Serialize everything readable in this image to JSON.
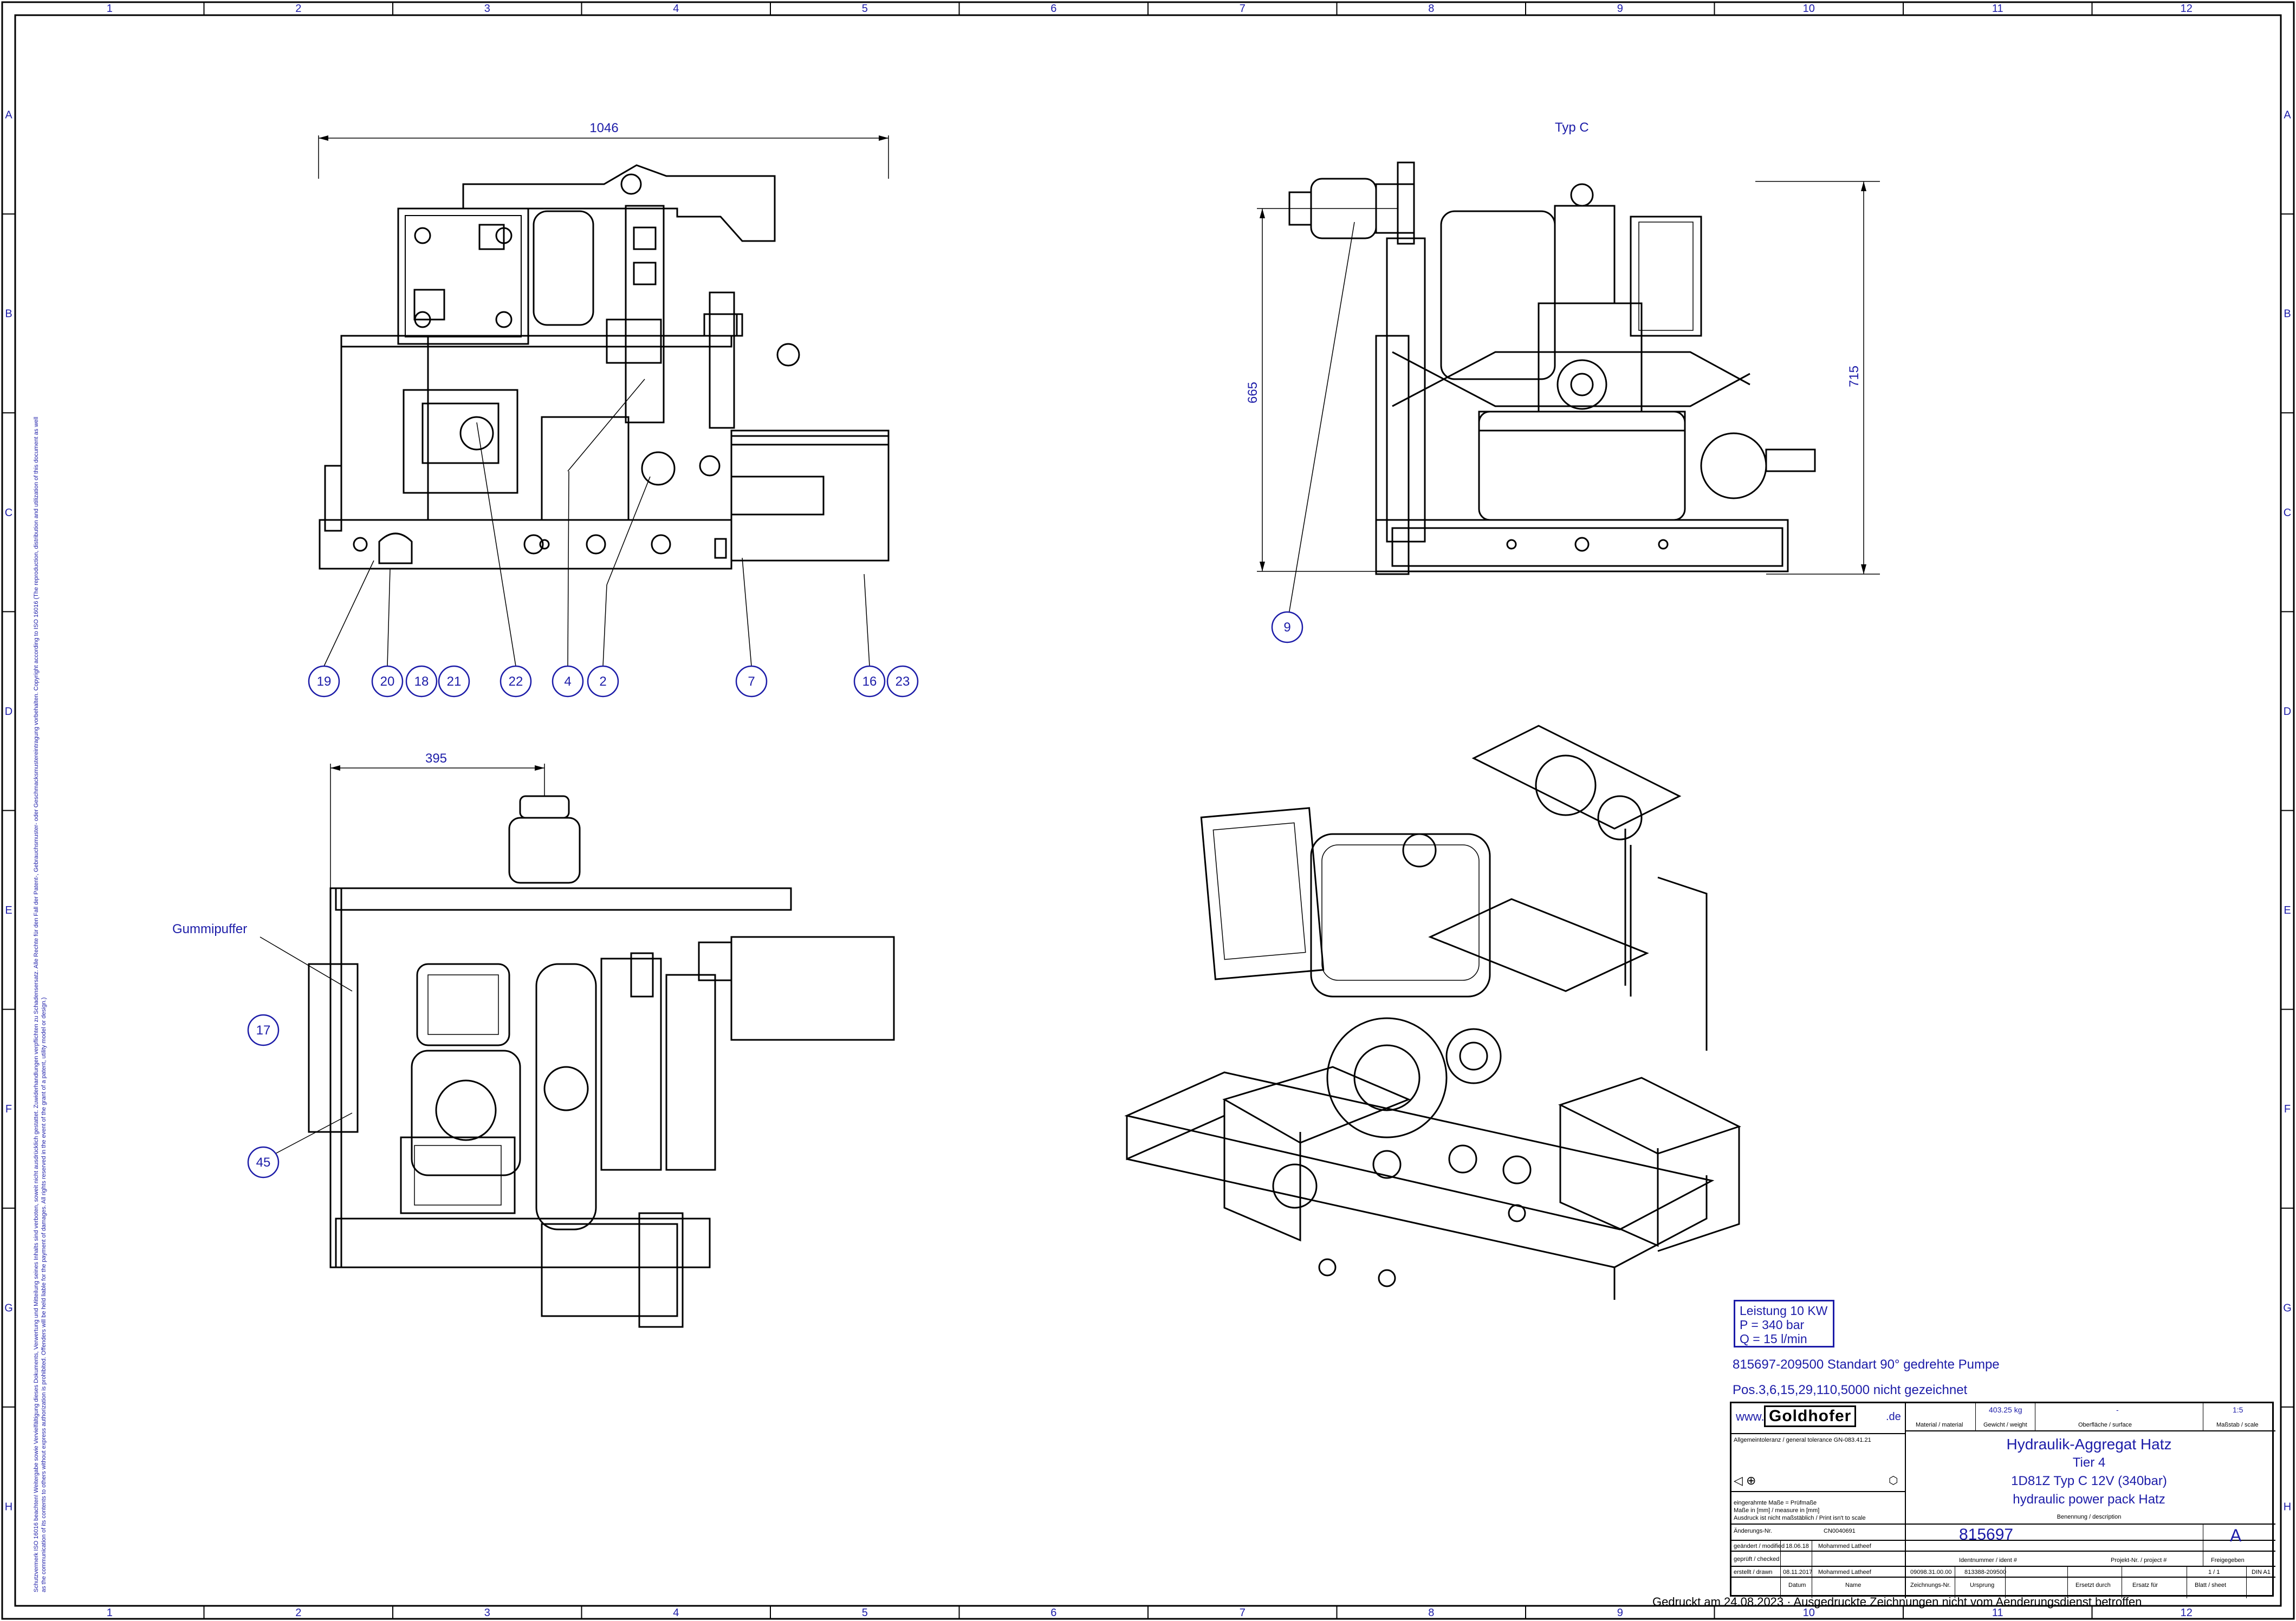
{
  "frame": {
    "columns": [
      "1",
      "2",
      "3",
      "4",
      "5",
      "6",
      "7",
      "8",
      "9",
      "10",
      "11",
      "12"
    ],
    "rows": [
      "A",
      "B",
      "C",
      "D",
      "E",
      "F",
      "G",
      "H"
    ]
  },
  "view_front": {
    "dimension_width": "1046",
    "callouts": [
      "19",
      "20",
      "18",
      "21",
      "22",
      "4",
      "2",
      "7",
      "16",
      "23"
    ]
  },
  "view_side": {
    "label": "Typ C",
    "dimension_height_left": "665",
    "dimension_height_right": "715",
    "callouts": [
      "9"
    ]
  },
  "view_top": {
    "dimension_width": "395",
    "label": "Gummipuffer",
    "callouts": [
      "17",
      "45"
    ]
  },
  "specs": {
    "power": "Leistung 10 KW",
    "pressure": "P = 340 bar",
    "flow": "Q = 15 l/min"
  },
  "notes": {
    "variant": "815697-209500 Standart 90° gedrehte Pumpe",
    "not_shown": "Pos.3,6,15,29,110,5000 nicht gezeichnet"
  },
  "printed_note": "Gedruckt am 24.08.2023 · Ausgedruckte Zeichnungen nicht vom Aenderungsdienst betroffen",
  "titleblock": {
    "www": "www.",
    "logo": "Goldhofer",
    "de": ".de",
    "tolerance": "Allgemeintoleranz / general tolerance GN-083.41.21",
    "material_label": "Material / material",
    "weight": "403.25 kg",
    "weight_label": "Gewicht / weight",
    "surface": "-",
    "surface_label": "Oberfläche / surface",
    "scale": "1:5",
    "scale_label": "Maßstab / scale",
    "title1": "Hydraulik-Aggregat Hatz",
    "title2": "Tier 4",
    "title3": "1D81Z Typ C 12V (340bar)",
    "title4": "hydraulic power pack Hatz",
    "title_label": "Benennung / description",
    "units1": "eingerahmte Maße = Prüfmaße",
    "units2": "Maße in [mm] / measure in [mm]",
    "units3": "Ausdruck ist nicht maßstäblich / Print isn't to scale",
    "change_label": "Änderungs-Nr.",
    "change_no": "CN0040691",
    "modified_label": "geändert / modified",
    "modified_date": "18.06.18",
    "modified_by": "Mohammed Latheef",
    "checked_label": "geprüft / checked",
    "drawn_label": "erstellt / drawn",
    "drawn_date": "08.11.2017",
    "drawn_by": "Mohammed Latheef",
    "date_label": "Datum",
    "name_label": "Name",
    "drawing_no": "815697",
    "ident_label": "Identnummer / ident #",
    "project_label": "Projekt-Nr. / project #",
    "zeichnungs_no": "09098.31.00.00",
    "zeichnungs_label": "Zeichnungs-Nr.",
    "origin_no": "813388-209500",
    "origin_label": "Ursprung",
    "replaced_label": "Ersetzt durch",
    "replaces_label": "Ersatz für",
    "sheet": "1 / 1",
    "sheet_label": "Blatt / sheet",
    "format": "DIN A1",
    "revision": "A",
    "status": "Freigegeben"
  },
  "side_notice": "Schutzvermerk ISO 16016 beachten! Weitergabe sowie Vervielfältigung dieses Dokuments, Verwertung und Mitteilung seines Inhalts sind verboten, soweit nicht ausdrücklich gestattet. Zuwiderhandlungen verpflichten zu Schadensersatz. Alle Rechte für den Fall der Patent-, Gebrauchsmuster- oder Geschmacksmustereintragung vorbehalten. Copyright according to ISO 16016 (The reproduction, distribution and utilization of this document as well as the communication of its contents to others without express authorization is prohibited. Offenders will be held liable for the payment of damages. All rights reserved in the event of the grant of a patent, utility model or design.)"
}
